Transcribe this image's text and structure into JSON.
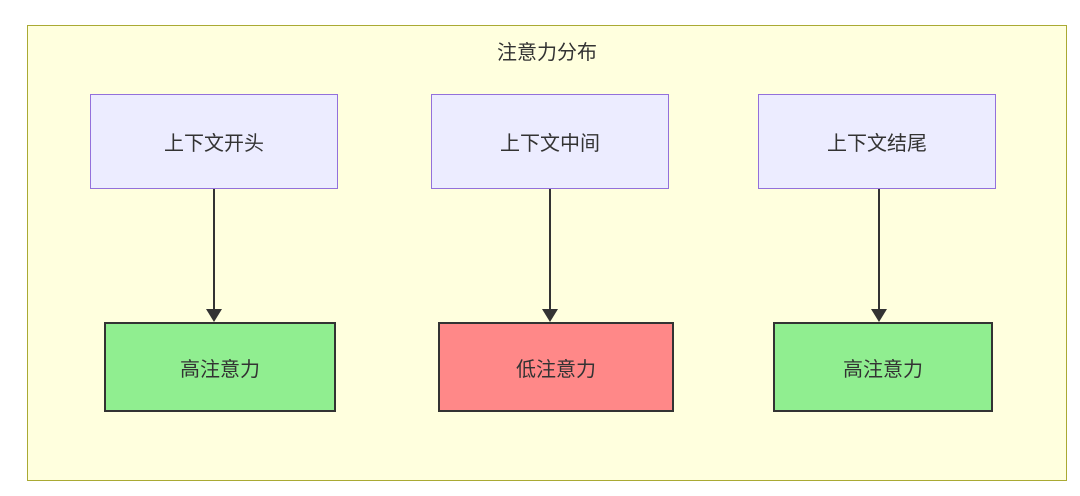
{
  "diagram": {
    "title": "注意力分布",
    "sources": [
      {
        "label": "上下文开头"
      },
      {
        "label": "上下文中间"
      },
      {
        "label": "上下文结尾"
      }
    ],
    "targets": [
      {
        "label": "高注意力",
        "level": "high"
      },
      {
        "label": "低注意力",
        "level": "low"
      },
      {
        "label": "高注意力",
        "level": "high"
      }
    ],
    "edges": [
      {
        "from": "上下文开头",
        "to": "高注意力"
      },
      {
        "from": "上下文中间",
        "to": "低注意力"
      },
      {
        "from": "上下文结尾",
        "to": "高注意力"
      }
    ],
    "colors": {
      "frame_bg": "#ffffde",
      "frame_border": "#aaaa33",
      "source_fill": "#ececff",
      "source_border": "#9370db",
      "high_attention_fill": "#90ee90",
      "low_attention_fill": "#ff8888",
      "target_border": "#333333",
      "arrow": "#333333",
      "text": "#333333"
    }
  }
}
